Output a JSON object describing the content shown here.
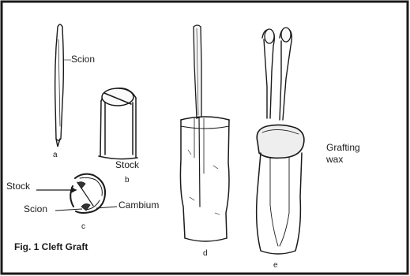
{
  "labels": {
    "scion_a": "Scion",
    "letter_a": "a",
    "stock_b": "Stock",
    "letter_b": "b",
    "stock_c": "Stock",
    "scion_c": "Scion",
    "cambium_c": "Cambium",
    "letter_c": "c",
    "letter_d": "d",
    "grafting_wax": "Grafting\nwax",
    "letter_e": "e",
    "caption": "Fig. 1 Cleft Graft"
  },
  "colors": {
    "border": "#1a1a1a",
    "ink": "#1a1a1a",
    "background": "#ffffff"
  }
}
